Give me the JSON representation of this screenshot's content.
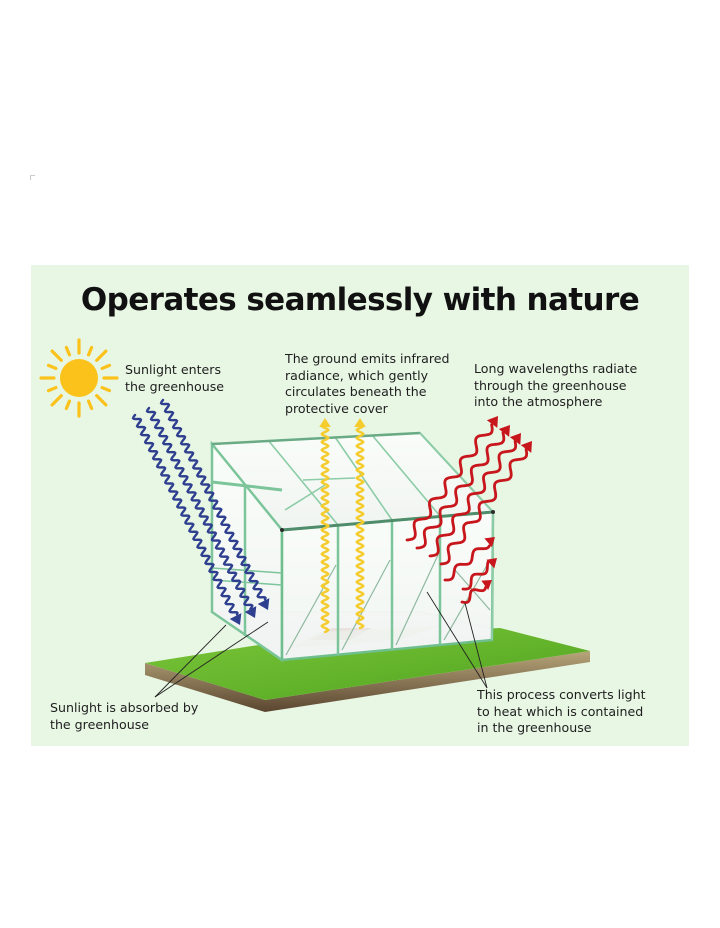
{
  "title": "Operates seamlessly with nature",
  "labels": {
    "sunlight_enters": "Sunlight enters\nthe greenhouse",
    "ground_emits": "The ground emits infrared\nradiance, which gently\ncirculates beneath the\nprotective cover",
    "long_wavelengths": "Long wavelengths radiate\nthrough the greenhouse\ninto the atmosphere",
    "sunlight_absorbed": "Sunlight is absorbed by\nthe greenhouse",
    "process_converts": "This process converts light\nto heat which is contained\nin the greenhouse"
  },
  "icons": {
    "sun": "sun-icon",
    "incoming_waves": "blue-sunlight-wave-arrows",
    "infrared_waves": "yellow-infrared-wave-arrows",
    "outgoing_waves": "red-long-wavelength-arrows"
  },
  "colors": {
    "panel_background": "#e8f6e4",
    "sun": "#fbc21b",
    "incoming": "#2f3f8f",
    "infrared": "#f5cc2e",
    "outgoing": "#c8161d",
    "frame": "#7cc59a",
    "grass": "#64b82a",
    "soil": "#8a7453"
  }
}
